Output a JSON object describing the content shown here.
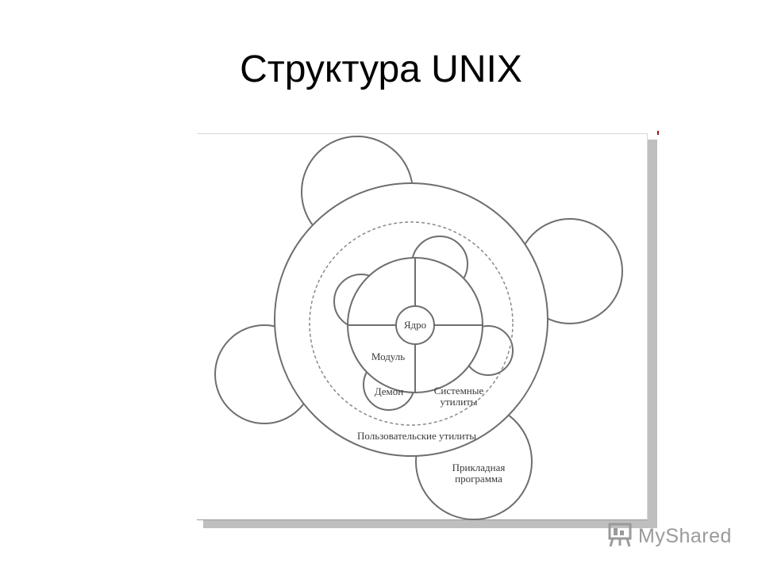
{
  "slide": {
    "title": "Структура UNIX"
  },
  "diagram": {
    "labels": {
      "kernel": "Ядро",
      "module": "Модуль",
      "daemon": "Демон",
      "system_utils_line1": "Системные",
      "system_utils_line2": "утилиты",
      "user_utils": "Пользовательские утилиты",
      "application_line1": "Прикладная",
      "application_line2": "программа"
    }
  },
  "watermark": {
    "text": "MyShared",
    "icon": "presentation-board-icon"
  }
}
